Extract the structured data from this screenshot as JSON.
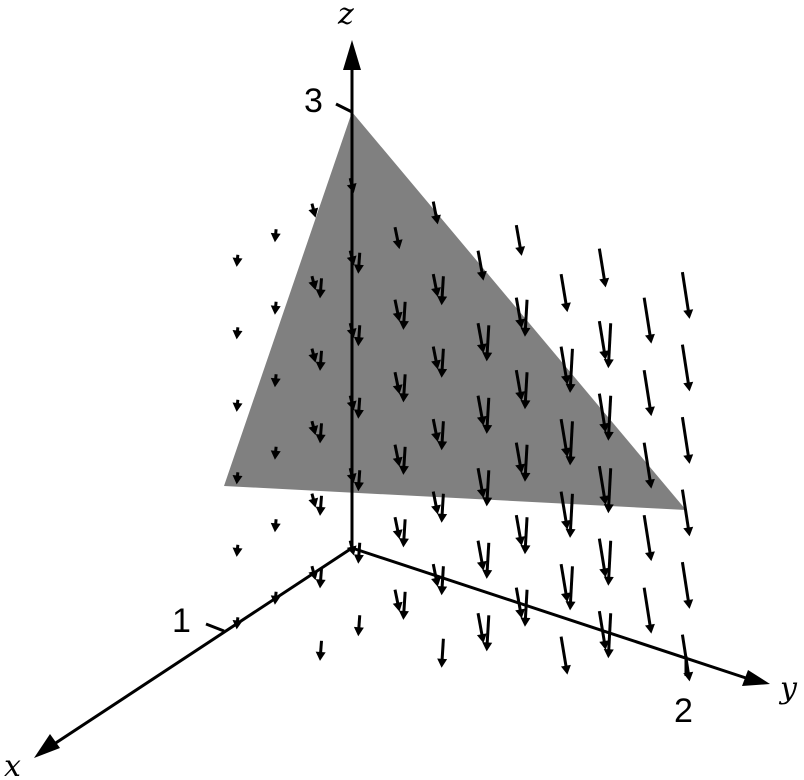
{
  "axes": {
    "x_label": "x",
    "y_label": "y",
    "z_label": "z",
    "x_tick": "1",
    "y_tick": "2",
    "z_tick": "3"
  },
  "colors": {
    "plane_fill": "#808080",
    "axis": "#000000",
    "arrow": "#000000"
  },
  "icons": {
    "axis_arrowhead": "arrowhead",
    "field_arrow": "vector-arrow"
  }
}
